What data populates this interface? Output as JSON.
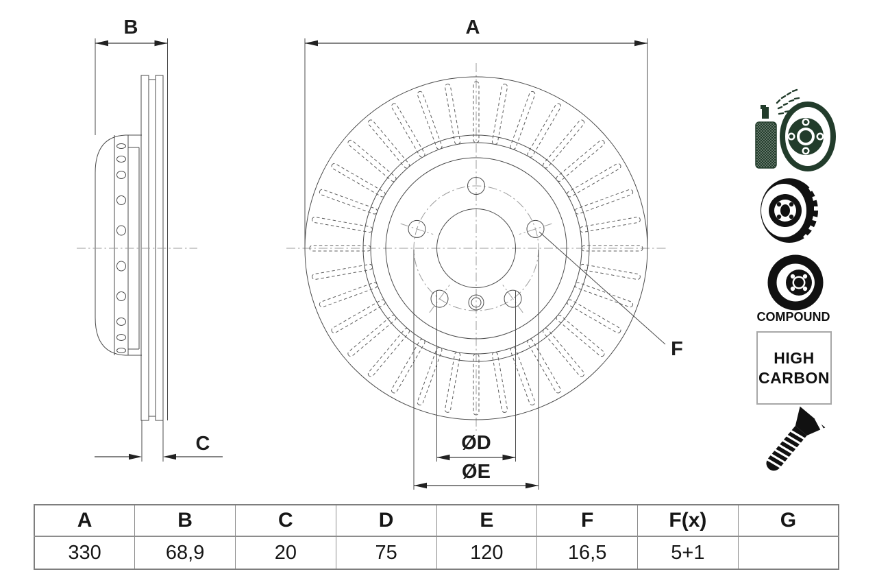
{
  "drawing": {
    "labels": {
      "a": "A",
      "b": "B",
      "c": "C",
      "diameter_d": "ØD",
      "diameter_e": "ØE",
      "f": "F"
    },
    "line_color": "#4a4a4a",
    "centerline_color": "#9b9b9b"
  },
  "icons": {
    "coated_disc": "spray-coated-disc-icon",
    "vented_disc": "vented-disc-icon",
    "compound_disc": "compound-disc-icon",
    "high_carbon": "high-carbon-badge",
    "screw": "countersunk-screw-icon",
    "coated_color": "#223c2b",
    "black_color": "#111111",
    "compound_label": "COMPOUND",
    "high_carbon_line1": "HIGH",
    "high_carbon_line2": "CARBON"
  },
  "spec_table": {
    "columns": [
      {
        "header": "A",
        "value": "330"
      },
      {
        "header": "B",
        "value": "68,9"
      },
      {
        "header": "C",
        "value": "20"
      },
      {
        "header": "D",
        "value": "75"
      },
      {
        "header": "E",
        "value": "120"
      },
      {
        "header": "F",
        "value": "16,5"
      },
      {
        "header": "F(x)",
        "value": "5+1"
      },
      {
        "header": "G",
        "value": ""
      }
    ]
  }
}
